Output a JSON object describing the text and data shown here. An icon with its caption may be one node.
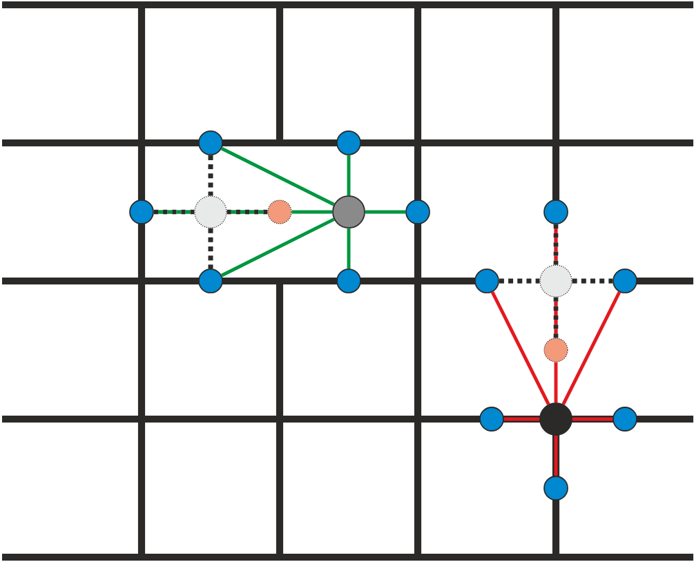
{
  "diagram": {
    "nodes": [
      {
        "text": [],
        "shape": "circle"
      },
      {
        "text": [],
        "shape": "circle"
      },
      {
        "text": [],
        "shape": "circle"
      },
      {
        "text": [],
        "shape": "circle"
      },
      {
        "text": [],
        "shape": "circle"
      },
      {
        "text": [],
        "shape": "circle"
      },
      {
        "text": [],
        "shape": "circle"
      },
      {
        "text": [],
        "shape": "circle"
      },
      {
        "text": [],
        "shape": "circle"
      },
      {
        "text": [],
        "shape": "circle"
      },
      {
        "text": [],
        "shape": "circle"
      },
      {
        "text": [],
        "shape": "circle"
      },
      {
        "text": [],
        "shape": "circle"
      },
      {
        "text": [],
        "shape": "circle"
      },
      {
        "text": [],
        "shape": "circle"
      },
      {
        "text": [],
        "shape": "circle"
      },
      {
        "text": [],
        "shape": "circle"
      },
      {
        "text": [],
        "shape": "circle"
      }
    ],
    "edges": [
      {
        "from": 0,
        "to": 5,
        "arrow": "none",
        "color": "#009640"
      },
      {
        "from": 1,
        "to": 5,
        "arrow": "none",
        "color": "#009640"
      },
      {
        "from": 4,
        "to": 5,
        "arrow": "none",
        "color": "#009640"
      },
      {
        "from": 5,
        "to": 6,
        "arrow": "none",
        "color": "#009640"
      },
      {
        "from": 7,
        "to": 5,
        "arrow": "none",
        "color": "#009640"
      },
      {
        "from": 8,
        "to": 5,
        "arrow": "none",
        "color": "#009640"
      },
      {
        "from": 2,
        "to": 3,
        "arrow": "none",
        "style": "dashed",
        "color": "#009640"
      },
      {
        "from": 3,
        "to": 4,
        "arrow": "none",
        "style": "dashed",
        "color": "#009640"
      },
      {
        "from": 0,
        "to": 3,
        "arrow": "none",
        "style": "dashed",
        "color": "#2b2a29"
      },
      {
        "from": 3,
        "to": 7,
        "arrow": "none",
        "style": "dashed",
        "color": "#2b2a29"
      },
      {
        "from": 9,
        "to": 11,
        "arrow": "none",
        "style": "dashed",
        "color": "#e3191f"
      },
      {
        "from": 10,
        "to": 11,
        "arrow": "none",
        "style": "dashed",
        "color": "#2b2a29"
      },
      {
        "from": 11,
        "to": 12,
        "arrow": "none",
        "style": "dashed",
        "color": "#2b2a29"
      },
      {
        "from": 11,
        "to": 13,
        "arrow": "none",
        "style": "dashed",
        "color": "#e3191f"
      },
      {
        "from": 10,
        "to": 15,
        "arrow": "none",
        "color": "#e3191f"
      },
      {
        "from": 12,
        "to": 15,
        "arrow": "none",
        "color": "#e3191f"
      },
      {
        "from": 13,
        "to": 15,
        "arrow": "none",
        "color": "#e3191f"
      },
      {
        "from": 14,
        "to": 15,
        "arrow": "none",
        "color": "#e3191f"
      },
      {
        "from": 15,
        "to": 16,
        "arrow": "none",
        "color": "#e3191f"
      },
      {
        "from": 15,
        "to": 17,
        "arrow": "none",
        "color": "#e3191f"
      }
    ]
  }
}
